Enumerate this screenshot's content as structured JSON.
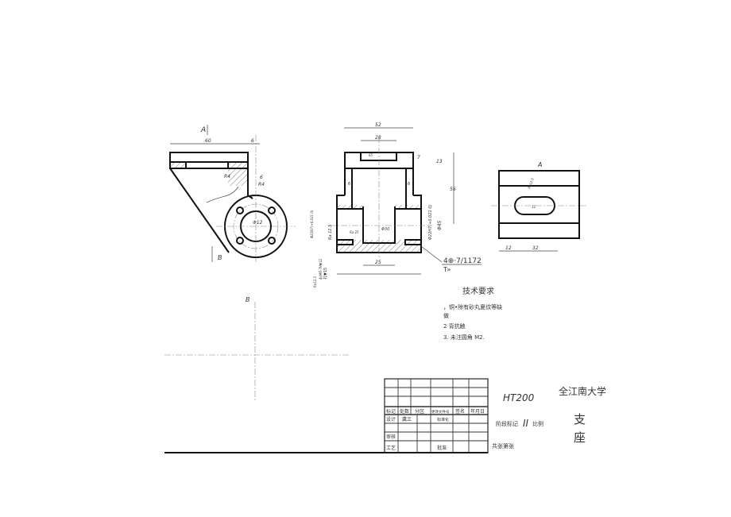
{
  "drawing": {
    "front_view": {
      "view_label_a": "A",
      "view_label_b": "B",
      "dims": [
        "60",
        "6",
        "R4",
        "6",
        "R4",
        "Φ12"
      ]
    },
    "section_view": {
      "dims": [
        "52",
        "28",
        "7",
        "13",
        "56",
        "6",
        "6",
        "Φ30",
        "Φ45",
        "25",
        "65",
        "Ra 25",
        "Ra 12.5",
        "Φ22H7(+0.021 0)",
        "Φ22H7(+0.021 0)",
        "Ra12.5",
        "4xM6-7H▼12",
        "孔▼15"
      ],
      "note_line1": "4⊕·7/1172",
      "note_line2": "T»"
    },
    "view_a": {
      "label": "A",
      "dims": [
        "12",
        "32",
        "12",
        "Ra12.5"
      ]
    },
    "view_b_label": "B",
    "tech_requirements": {
      "title": "技术要求",
      "items": [
        "，铜•除有砂丸夏纹等缺",
        "做",
        "2 背抗触",
        "3. 未注圆角 M2."
      ]
    },
    "title_block": {
      "material": "HT200",
      "school": "全江南大学",
      "part_name_1": "支",
      "part_name_2": "座",
      "stage_label": "阶段标记",
      "stage_mark": "II",
      "scale_label": "比例",
      "sheets": "共张第张",
      "header_cells": [
        "标记",
        "处数",
        "分区",
        "更改文件号",
        "签名",
        "年月日"
      ],
      "row_design": [
        "设计",
        "龚三",
        "标准化"
      ],
      "row_review": "审核",
      "row_process": "工艺",
      "row_approve": "批准"
    }
  }
}
